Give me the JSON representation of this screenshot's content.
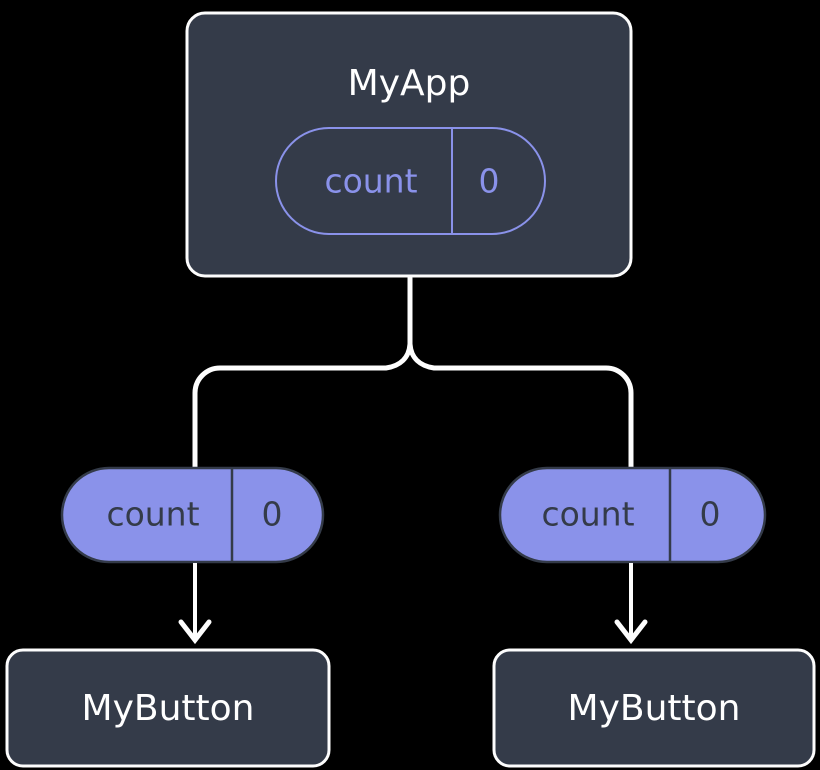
{
  "diagram": {
    "type": "component-state-tree",
    "background_color": "#000000",
    "palette": {
      "node_fill": "#343b49",
      "node_stroke": "#fdfdfd",
      "node_text": "#ffffff",
      "accent_purple": "#8a92ea",
      "connector": "#fdfdfd",
      "dark_text": "#343b49"
    },
    "root": {
      "title": "MyApp",
      "state": {
        "key": "count",
        "value": "0",
        "style": "outline"
      }
    },
    "branches": [
      {
        "prop": {
          "key": "count",
          "value": "0",
          "style": "filled"
        },
        "child": {
          "title": "MyButton"
        }
      },
      {
        "prop": {
          "key": "count",
          "value": "0",
          "style": "filled"
        },
        "child": {
          "title": "MyButton"
        }
      }
    ]
  }
}
